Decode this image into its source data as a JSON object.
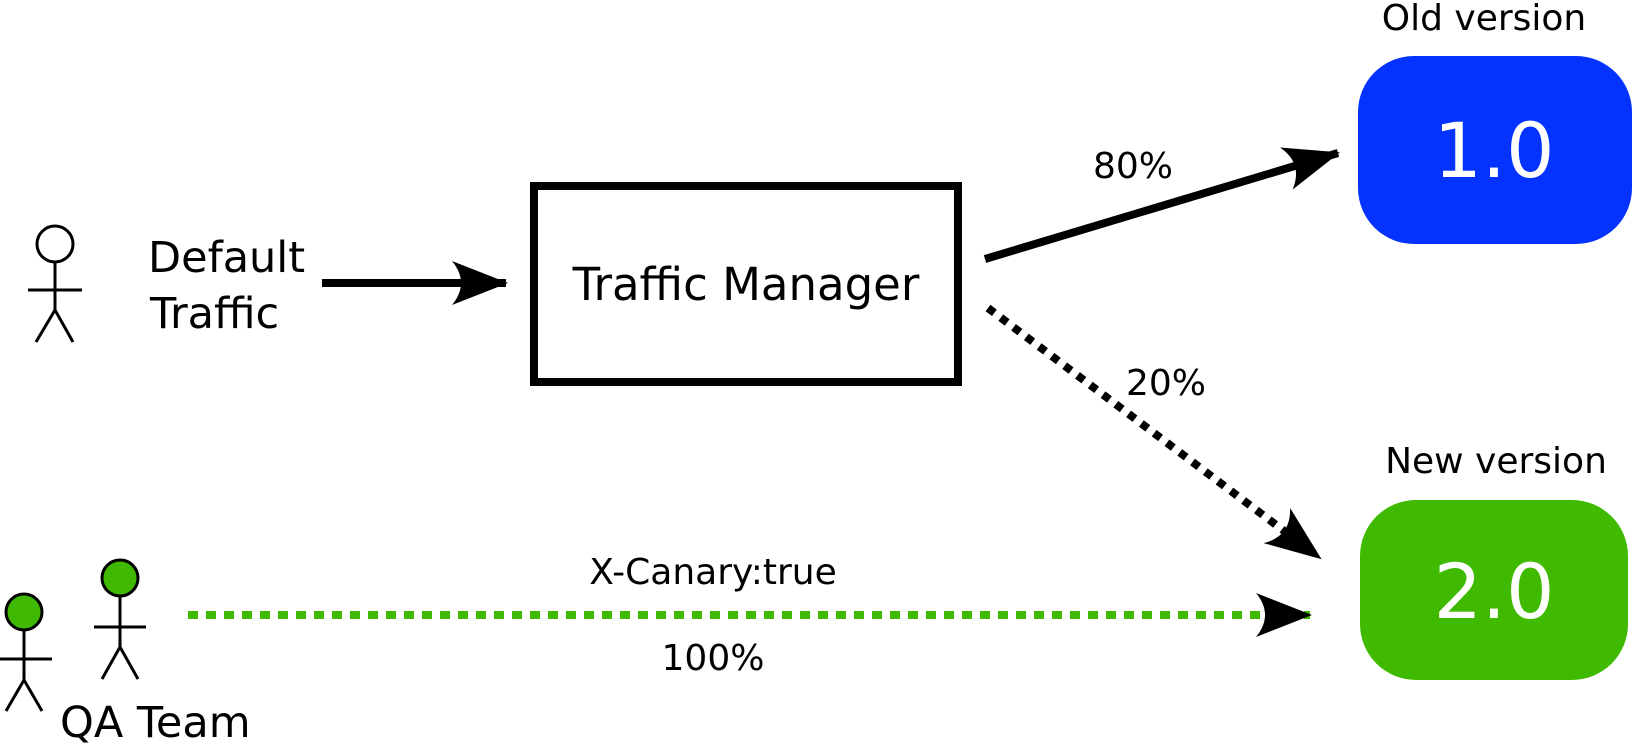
{
  "actors": {
    "default_traffic": {
      "label_line1": "Default",
      "label_line2": "Traffic",
      "icon": "stick-figure-icon"
    },
    "qa_team": {
      "label": "QA Team",
      "icon": "stick-figure-icon"
    }
  },
  "traffic_manager": {
    "label": "Traffic Manager"
  },
  "versions": {
    "old": {
      "caption": "Old version",
      "label": "1.0",
      "color": "#0433ff"
    },
    "new": {
      "caption": "New version",
      "label": "2.0",
      "color": "#3fba00"
    }
  },
  "routes": {
    "to_old": {
      "label": "80%"
    },
    "to_new": {
      "label": "20%"
    },
    "qa": {
      "header_label": "X-Canary:true",
      "label": "100%",
      "color": "#3fba00"
    }
  }
}
